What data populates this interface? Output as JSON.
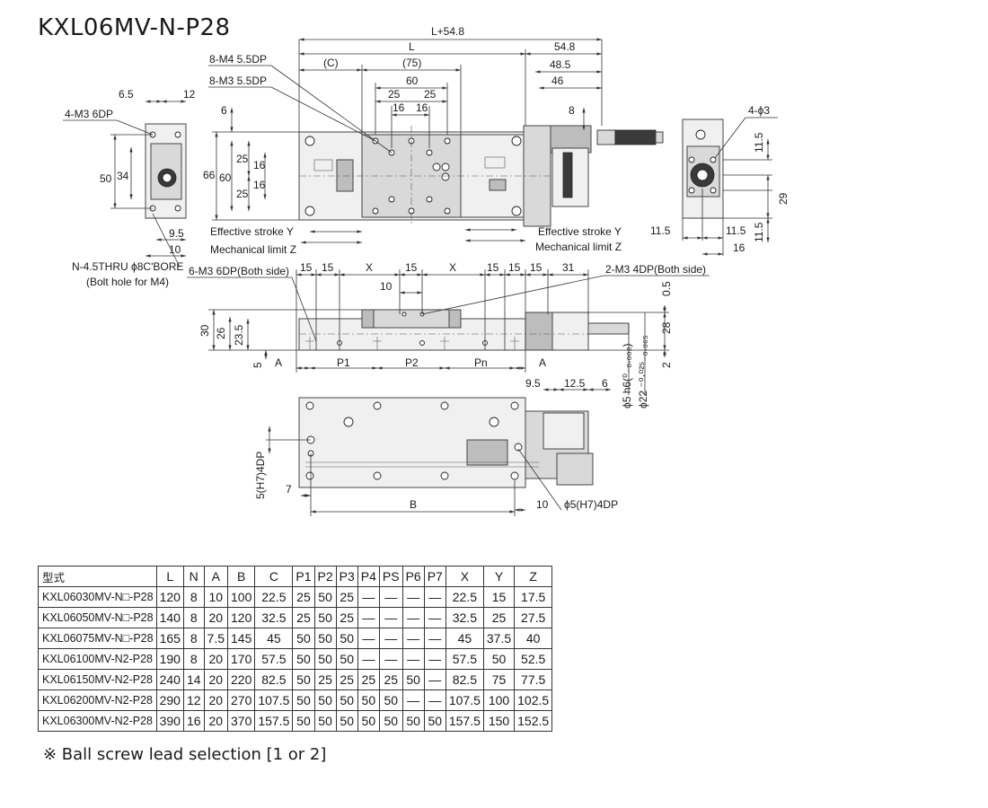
{
  "title": "KXL06MV-N-P28",
  "labels": {
    "l_plus": "L+54.8",
    "l": "L",
    "d548": "54.8",
    "c": "(C)",
    "d75": "(75)",
    "d485": "48.5",
    "d46": "46",
    "d60": "60",
    "d25": "25",
    "d16": "16",
    "d8": "8",
    "d6": "6",
    "d66": "66",
    "d65": "6.5",
    "d12": "12",
    "d50": "50",
    "d34": "34",
    "d95": "9.5",
    "d10": "10",
    "d4phi3": "4-ϕ3",
    "d115": "11.5",
    "d29": "29",
    "d16b": "16",
    "m4": "8-M4 5.5DP",
    "m3": "8-M3 5.5DP",
    "m3_6dp": "4-M3 6DP",
    "eff_y": "Effective stroke Y",
    "mech_z": "Mechanical limit Z",
    "thru": "N-4.5THRU ϕ8C'BORE",
    "bolt": "(Bolt hole for M4)",
    "m3_both": "6-M3 6DP(Both side)",
    "m3_4dp": "2-M3 4DP(Both side)",
    "d15": "15",
    "x": "X",
    "d31": "31",
    "d05": "0.5",
    "d30": "30",
    "d26": "26",
    "d235": "23.5",
    "d28": "28",
    "d5": "5",
    "d2": "2",
    "a": "A",
    "p1": "P1",
    "p2": "P2",
    "pn": "Pn",
    "d125": "12.5",
    "phi5": "ϕ5 h6(⁰₋₀.₀₀₈)",
    "phi22": "ϕ22 ⁻⁰·⁰²⁵₋₀.₀₆₅",
    "h7_4dp": "5(H7)4DP",
    "d7": "7",
    "b": "B",
    "phi5h7": "ϕ5(H7)4DP"
  },
  "table": {
    "headers": [
      "型式",
      "L",
      "N",
      "A",
      "B",
      "C",
      "P1",
      "P2",
      "P3",
      "P4",
      "PS",
      "P6",
      "P7",
      "X",
      "Y",
      "Z"
    ],
    "rows": [
      [
        "KXL06030MV-N□-P28",
        "120",
        "8",
        "10",
        "100",
        "22.5",
        "25",
        "50",
        "25",
        "—",
        "—",
        "—",
        "—",
        "22.5",
        "15",
        "17.5"
      ],
      [
        "KXL06050MV-N□-P28",
        "140",
        "8",
        "20",
        "120",
        "32.5",
        "25",
        "50",
        "25",
        "—",
        "—",
        "—",
        "—",
        "32.5",
        "25",
        "27.5"
      ],
      [
        "KXL06075MV-N□-P28",
        "165",
        "8",
        "7.5",
        "145",
        "45",
        "50",
        "50",
        "50",
        "—",
        "—",
        "—",
        "—",
        "45",
        "37.5",
        "40"
      ],
      [
        "KXL06100MV-N2-P28",
        "190",
        "8",
        "20",
        "170",
        "57.5",
        "50",
        "50",
        "50",
        "—",
        "—",
        "—",
        "—",
        "57.5",
        "50",
        "52.5"
      ],
      [
        "KXL06150MV-N2-P28",
        "240",
        "14",
        "20",
        "220",
        "82.5",
        "50",
        "25",
        "25",
        "25",
        "25",
        "50",
        "—",
        "82.5",
        "75",
        "77.5"
      ],
      [
        "KXL06200MV-N2-P28",
        "290",
        "12",
        "20",
        "270",
        "107.5",
        "50",
        "50",
        "50",
        "50",
        "50",
        "—",
        "—",
        "107.5",
        "100",
        "102.5"
      ],
      [
        "KXL06300MV-N2-P28",
        "390",
        "16",
        "20",
        "370",
        "157.5",
        "50",
        "50",
        "50",
        "50",
        "50",
        "50",
        "50",
        "157.5",
        "150",
        "152.5"
      ]
    ]
  },
  "note": "※ Ball screw lead selection [1 or 2]"
}
